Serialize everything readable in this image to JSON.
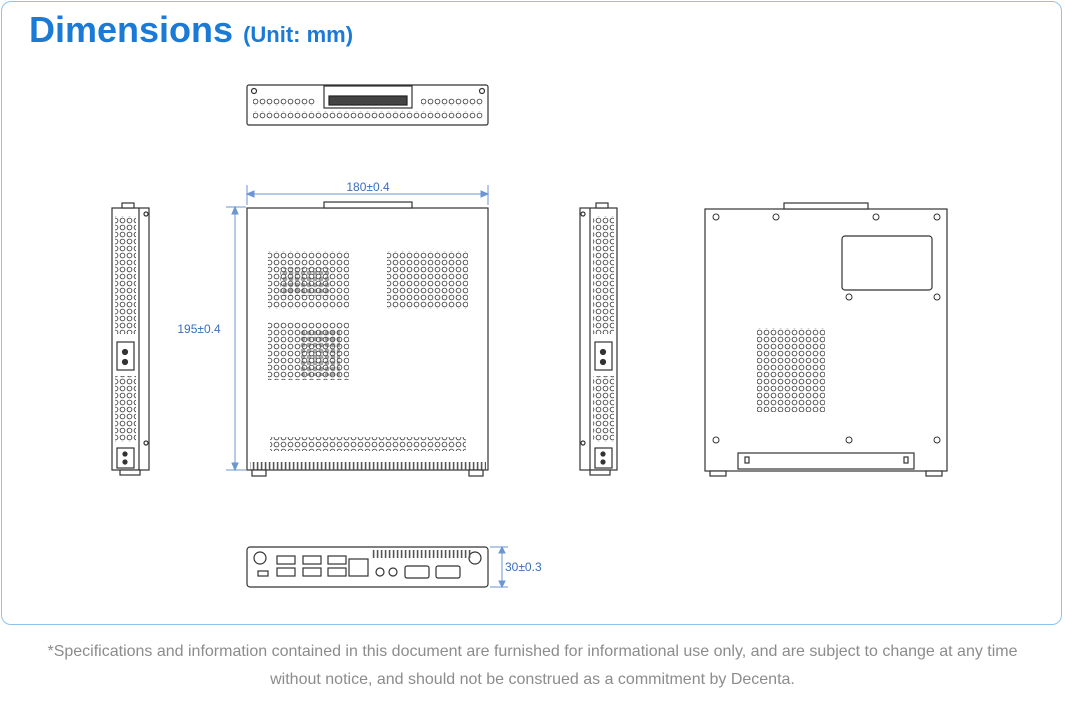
{
  "header": {
    "title": "Dimensions",
    "unit": "(Unit: mm)"
  },
  "dimensions": {
    "width": "180±0.4",
    "depth": "195±0.4",
    "height": "30±0.3"
  },
  "views": [
    "top-view",
    "left-side-view",
    "front-view",
    "right-side-view",
    "back-view",
    "rear-io-view"
  ],
  "colors": {
    "title": "#1a7ad6",
    "frame_border": "#8ec3ee",
    "dimension_line": "#6b96d1",
    "line_art": "#333333",
    "footnote": "#8c8c8c"
  },
  "footnote": {
    "line1": "*Specifications and information contained in this document are furnished for informational use only, and are subject to change at any time",
    "line2": "without notice, and should not be construed as a commitment by Decenta."
  }
}
